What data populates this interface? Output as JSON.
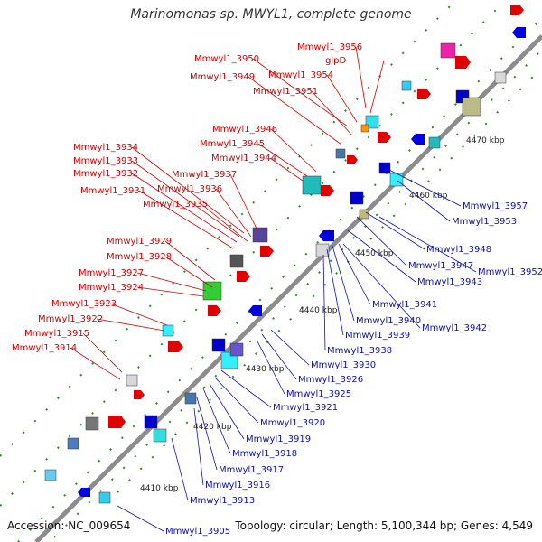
{
  "title": "Marinomonas sp. MWYL1, complete genome",
  "footer": {
    "accession": "Accession: NC_009654",
    "summary": "Topology: circular; Length: 5,100,344 bp; Genes: 4,549"
  },
  "colors": {
    "forward": "#e00000",
    "reverse": "#0000e0",
    "backbone": "#888888",
    "label_forward": "#d40000",
    "label_reverse": "#1010b0"
  },
  "scale_ticks": [
    {
      "label": "4410 kbp",
      "kbp": 4410
    },
    {
      "label": "4420 kbp",
      "kbp": 4420
    },
    {
      "label": "4430 kbp",
      "kbp": 4430
    },
    {
      "label": "4440 kbp",
      "kbp": 4440
    },
    {
      "label": "4450 kbp",
      "kbp": 4450
    },
    {
      "label": "4460 kbp",
      "kbp": 4460
    },
    {
      "label": "4470 kbp",
      "kbp": 4470
    }
  ],
  "forward_labels": [
    "Mmwyl1_3956",
    "glpD",
    "Mmwyl1_3950",
    "Mmwyl1_3954",
    "Mmwyl1_3949",
    "Mmwyl1_3951",
    "Mmwyl1_3946",
    "Mmwyl1_3945",
    "Mmwyl1_3944",
    "Mmwyl1_3934",
    "Mmwyl1_3937",
    "Mmwyl1_3933",
    "Mmwyl1_3932",
    "Mmwyl1_3936",
    "Mmwyl1_3931",
    "Mmwyl1_3935",
    "Mmwyl1_3929",
    "Mmwyl1_3928",
    "Mmwyl1_3927",
    "Mmwyl1_3924",
    "Mmwyl1_3923",
    "Mmwyl1_3922",
    "Mmwyl1_3915",
    "Mmwyl1_3914"
  ],
  "reverse_labels": [
    "Mmwyl1_3957",
    "Mmwyl1_3953",
    "Mmwyl1_3948",
    "Mmwyl1_3947",
    "Mmwyl1_3952",
    "Mmwyl1_3943",
    "Mmwyl1_3941",
    "Mmwyl1_3940",
    "Mmwyl1_3939",
    "Mmwyl1_3942",
    "Mmwyl1_3938",
    "Mmwyl1_3930",
    "Mmwyl1_3926",
    "Mmwyl1_3925",
    "Mmwyl1_3921",
    "Mmwyl1_3920",
    "Mmwyl1_3919",
    "Mmwyl1_3918",
    "Mmwyl1_3917",
    "Mmwyl1_3916",
    "Mmwyl1_3913",
    "Mmwyl1_3905"
  ]
}
